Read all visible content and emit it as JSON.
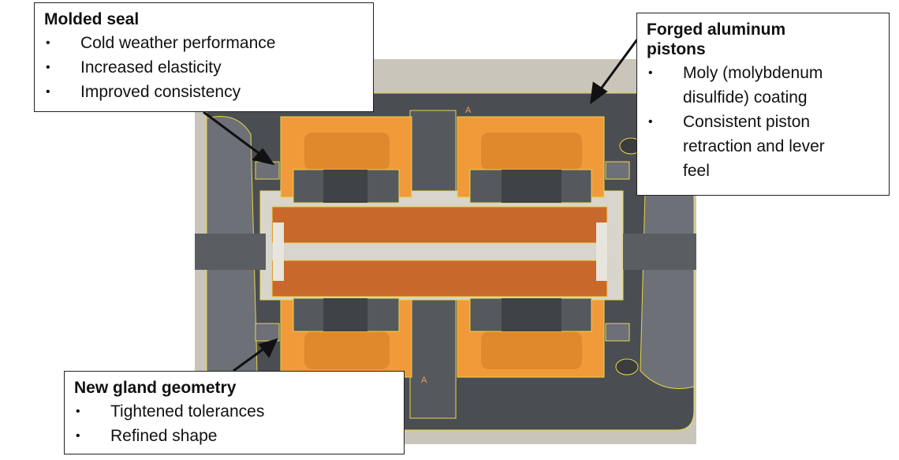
{
  "diagram": {
    "section_tags": [
      "A",
      "A"
    ],
    "colors": {
      "housing": "#4a4d52",
      "housing_light": "#6d7076",
      "background_plate": "#c9c5ba",
      "piston_orange": "#f09a3a",
      "pad_copper": "#c8692b",
      "edge_yellow": "#e7d64a",
      "fluid_light": "#d8d5cc"
    }
  },
  "callouts": {
    "molded_seal": {
      "title": "Molded seal",
      "items": [
        "Cold weather performance",
        "Increased elasticity",
        "Improved consistency"
      ]
    },
    "forged_pistons": {
      "title_line1": "Forged aluminum",
      "title_line2": "pistons",
      "items": [
        [
          "Moly (molybdenum",
          "disulfide) coating"
        ],
        [
          "Consistent piston",
          "retraction and lever",
          "feel"
        ]
      ]
    },
    "gland_geometry": {
      "title": "New gland geometry",
      "items": [
        "Tightened tolerances",
        "Refined shape"
      ]
    }
  }
}
